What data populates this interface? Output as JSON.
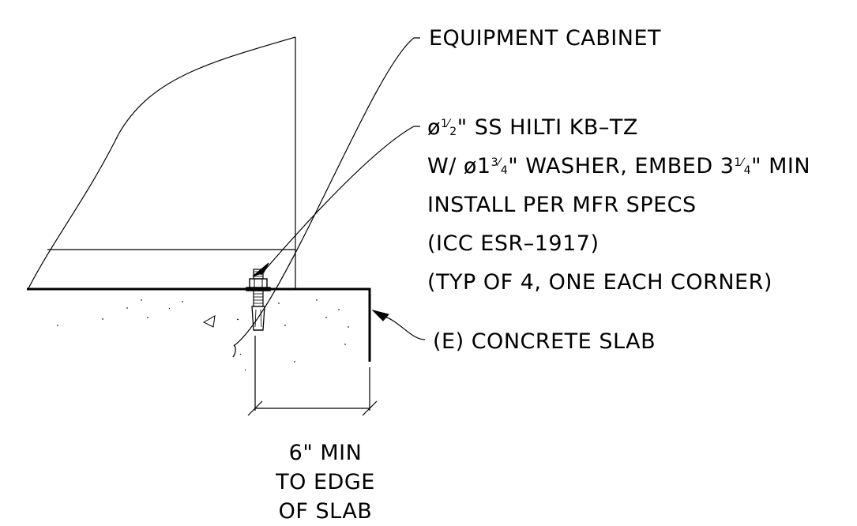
{
  "labels": {
    "cabinet": "EQUIPMENT CABINET",
    "anchor": {
      "line1_symbol": "ø",
      "line1_num": "1",
      "line1_den": "2",
      "line1_rest": "\" SS HILTI KB–TZ",
      "line2_pre": "W/ ø1",
      "line2_num": "3",
      "line2_den": "4",
      "line2_mid": "\" WASHER, EMBED 3",
      "line2_num2": "1",
      "line2_den2": "4",
      "line2_post": "\" MIN",
      "line3": "INSTALL PER MFR SPECS",
      "line4": "(ICC ESR–1917)",
      "line5": "(TYP OF 4, ONE EACH CORNER)"
    },
    "slab": "(E) CONCRETE SLAB",
    "dimension": {
      "line1": "6\" MIN",
      "line2": "TO EDGE",
      "line3": "OF SLAB"
    }
  },
  "colors": {
    "ink": "#000000",
    "background": "#ffffff"
  }
}
